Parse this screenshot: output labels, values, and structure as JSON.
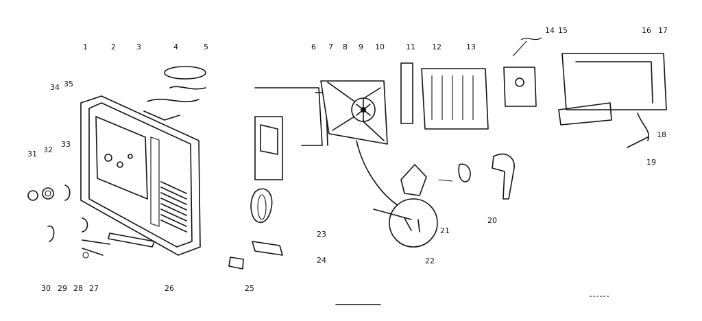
{
  "callouts": {
    "n1": "1",
    "n2": "2",
    "n3": "3",
    "n4": "4",
    "n5": "5",
    "n6": "6",
    "n7": "7",
    "n8": "8",
    "n9": "9",
    "n10": "10",
    "n11": "11",
    "n12": "12",
    "n13": "13",
    "n14": "14",
    "n15": "15",
    "n16": "16",
    "n17": "17",
    "n18": "18",
    "n19": "19",
    "n20": "20",
    "n21": "21",
    "n22": "22",
    "n23": "23",
    "n24": "24",
    "n25": "25",
    "n26": "26",
    "n27": "27",
    "n28": "28",
    "n29": "29",
    "n30": "30",
    "n31": "31",
    "n32": "32",
    "n33": "33",
    "n34": "34",
    "n35": "35"
  },
  "colors": {
    "ink": "#111111",
    "paper": "#ffffff"
  }
}
